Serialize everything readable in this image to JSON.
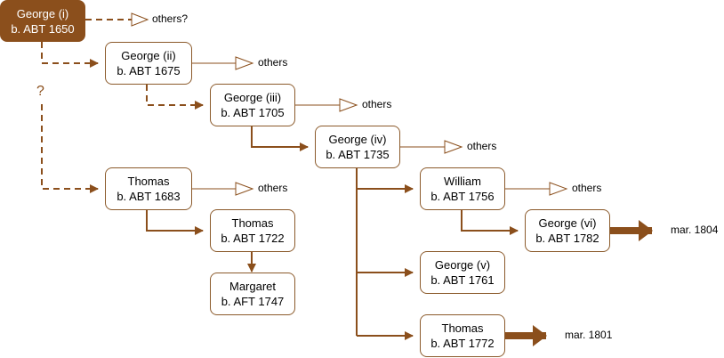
{
  "colors": {
    "edge": "#8b4f1c",
    "root_fill": "#8b4f1c",
    "box_border": "#8b5a2b"
  },
  "people": {
    "george_i": {
      "name": "George (i)",
      "birth": "b. ABT 1650"
    },
    "george_ii": {
      "name": "George (ii)",
      "birth": "b. ABT 1675"
    },
    "george_iii": {
      "name": "George (iii)",
      "birth": "b. ABT 1705"
    },
    "george_iv": {
      "name": "George (iv)",
      "birth": "b. ABT 1735"
    },
    "thomas_1683": {
      "name": "Thomas",
      "birth": "b. ABT 1683"
    },
    "thomas_1722": {
      "name": "Thomas",
      "birth": "b. ABT 1722"
    },
    "margaret": {
      "name": "Margaret",
      "birth": "b. AFT 1747"
    },
    "william": {
      "name": "William",
      "birth": "b. ABT 1756"
    },
    "george_v": {
      "name": "George (v)",
      "birth": "b. ABT 1761"
    },
    "george_vi": {
      "name": "George (vi)",
      "birth": "b. ABT 1782"
    },
    "thomas_1772": {
      "name": "Thomas",
      "birth": "b. ABT 1772"
    }
  },
  "labels": {
    "others_q": "others?",
    "others": "others",
    "unknown_parent": "?",
    "marriage_1804": "mar. 1804",
    "marriage_1801": "mar. 1801"
  }
}
